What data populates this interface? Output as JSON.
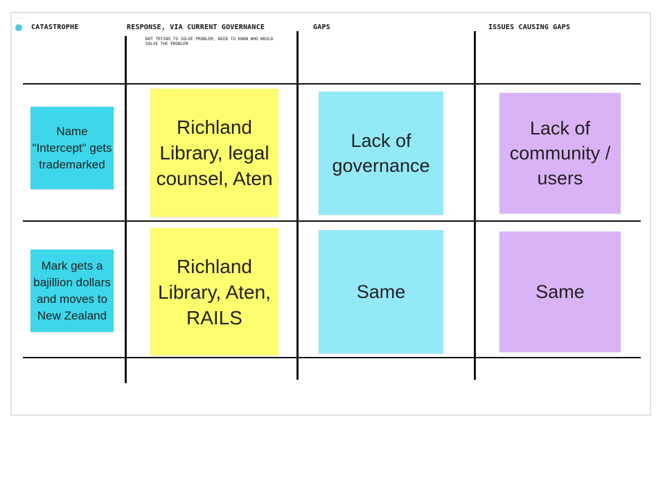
{
  "board": {
    "small_label": "————",
    "columns": [
      {
        "title": "CATASTROPHE"
      },
      {
        "title": "RESPONSE, VIA CURRENT GOVERNANCE",
        "note": "NOT TRYING TO SOLVE PROBLEM, NEED TO KNOW WHO WOULD SOLVE THE PROBLEM"
      },
      {
        "title": "GAPS"
      },
      {
        "title": "ISSUES CAUSING GAPS"
      }
    ],
    "rows": [
      {
        "catastrophe": "Name \"Intercept\" gets trademarked",
        "response": "Richland Library, legal counsel, Aten",
        "gaps": "Lack of governance",
        "issues": "Lack of community / users"
      },
      {
        "catastrophe": "Mark gets a bajillion dollars and moves to New Zealand",
        "response": "Richland Library, Aten, RAILS",
        "gaps": "Same",
        "issues": "Same"
      }
    ]
  },
  "colors": {
    "catastrophe": "#3dd6ea",
    "response": "#fdfd6e",
    "gaps": "#94e9f9",
    "issues": "#dab3f6"
  }
}
